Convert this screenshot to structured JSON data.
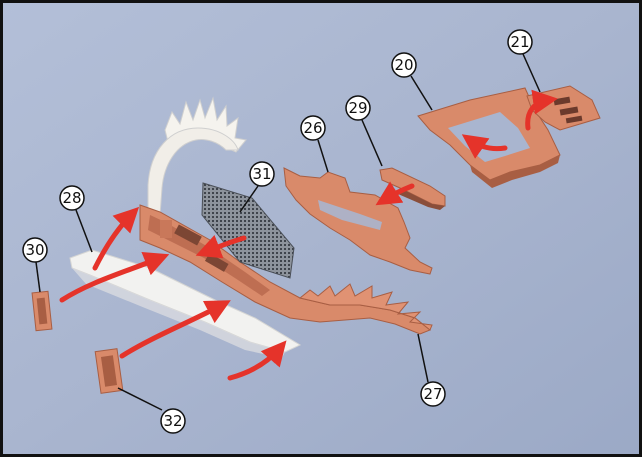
{
  "image": {
    "kind": "photo",
    "subject": "paper-model-front-bumper-exploded-view"
  },
  "colors": {
    "background": "#a9b5cf",
    "frame": "#111111",
    "paper": "#d98a6a",
    "paper_dark": "#b8694d",
    "white_part": "#f2f2f0",
    "arrow": "#e5332a",
    "mesh": "#555a62"
  },
  "callouts": [
    {
      "id": "part-20",
      "label": "20"
    },
    {
      "id": "part-21",
      "label": "21"
    },
    {
      "id": "part-26",
      "label": "26"
    },
    {
      "id": "part-27",
      "label": "27"
    },
    {
      "id": "part-28",
      "label": "28"
    },
    {
      "id": "part-29",
      "label": "29"
    },
    {
      "id": "part-30",
      "label": "30"
    },
    {
      "id": "part-31",
      "label": "31"
    },
    {
      "id": "part-32",
      "label": "32"
    }
  ]
}
